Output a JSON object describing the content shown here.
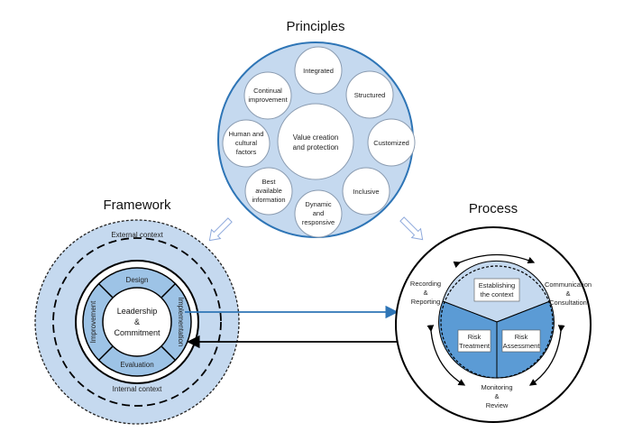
{
  "principles": {
    "title": "Principles",
    "center": [
      "Value creation",
      "and protection"
    ],
    "items": [
      {
        "lines": [
          "Integrated"
        ]
      },
      {
        "lines": [
          "Structured"
        ]
      },
      {
        "lines": [
          "Customized"
        ]
      },
      {
        "lines": [
          "Inclusive"
        ]
      },
      {
        "lines": [
          "Dynamic",
          "and",
          "responsive"
        ]
      },
      {
        "lines": [
          "Best",
          "available",
          "information"
        ]
      },
      {
        "lines": [
          "Human and",
          "cultural",
          "factors"
        ]
      },
      {
        "lines": [
          "Continual",
          "improvement"
        ]
      }
    ]
  },
  "framework": {
    "title": "Framework",
    "external": "External context",
    "internal": "Internal context",
    "design": "Design",
    "implementation": "Implementation",
    "evaluation": "Evaluation",
    "improvement": "Improvement",
    "core": [
      "Leadership",
      "&",
      "Commitment"
    ]
  },
  "process": {
    "title": "Process",
    "context": [
      "Establishing",
      "the context"
    ],
    "treatment": [
      "Risk",
      "Treatment"
    ],
    "assessment": [
      "Risk",
      "Assessment"
    ],
    "recording": [
      "Recording",
      "&",
      "Reporting"
    ],
    "communication": [
      "Communication",
      "&",
      "Consultation"
    ],
    "monitoring": [
      "Monitoring",
      "&",
      "Review"
    ]
  },
  "colors": {
    "light_blue": "#c5d9ef",
    "mid_blue": "#9dc3e6",
    "process_blue": "#5b9bd5",
    "arrow_blue": "#2e75b6"
  }
}
